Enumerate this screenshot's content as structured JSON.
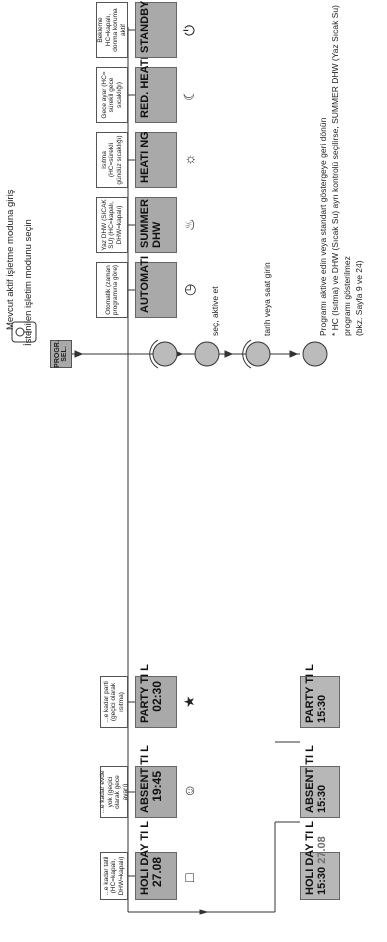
{
  "top": {
    "entry_text": "Mevcut aktif işletme moduna giriş",
    "select_mode_text": "İstenilen işletim modunu seçin",
    "prog_button": "PROGR. SEL."
  },
  "left_labels": [
    "...e kadar tatil (HC=kapalı, DHW=kapalı)",
    "...e kadar evde yok (geçici olarak gece ayarı)",
    "...e kadar parti (geçici olarak ısıtma)"
  ],
  "left_displays": [
    {
      "line1": "HOLI DAY TI L",
      "line2": "27.08"
    },
    {
      "line1": "ABSENT TI L",
      "line2": "19:45"
    },
    {
      "line1": "PARTY TI L",
      "line2": "02:30"
    }
  ],
  "left_icons": [
    "suitcase-icon",
    "absent-person-icon",
    "party-icon"
  ],
  "mode_labels": [
    "Otomatik (zaman programına göre)",
    "Yaz DHW (SICAK SU) (HC=kapalı, DHW=kapalı)",
    "Isıtma (HC=sürekli gündüz sıcaklığı)",
    "Gece ayar (HC= sürekli gece sıcaklığı)",
    "Bekleme HC=kapalı, donma koruma aktif"
  ],
  "mode_displays": [
    {
      "line1": "AUTOMATI C",
      "line2": ""
    },
    {
      "line1": "SUMMER",
      "line2": "DHW"
    },
    {
      "line1": "HEATI NG",
      "line2": ""
    },
    {
      "line1": "RED. HEATI NG",
      "line2": ""
    },
    {
      "line1": "STANDBY",
      "line2": ""
    }
  ],
  "mode_icons": [
    "clock-icon",
    "tap-icon",
    "sun-icon",
    "moon-icon",
    "power-icon"
  ],
  "step_texts": {
    "select_activate": "seç, aktive et",
    "enter_date": "tarih veya saat girin"
  },
  "bottom_displays": [
    {
      "line1": "HOLI DAY TI L",
      "line2": "15:30",
      "line2b": "27.08"
    },
    {
      "line1": "ABSENT TI L",
      "line2": "15:30",
      "line2b": ""
    },
    {
      "line1": "PARTY TI L",
      "line2": "15:30",
      "line2b": ""
    }
  ],
  "final_notes": [
    "Programı aktive edin veya standart göstergeye geri dönün",
    "* HC (Isıtma) ve DHW (Sıcak Su) ayrı kontrolü seçilirse, SUMMER DHW (Yaz Sıcak Su)",
    "programı gösterilmez",
    "(bkz. Sayfa 9 ve 24)"
  ]
}
